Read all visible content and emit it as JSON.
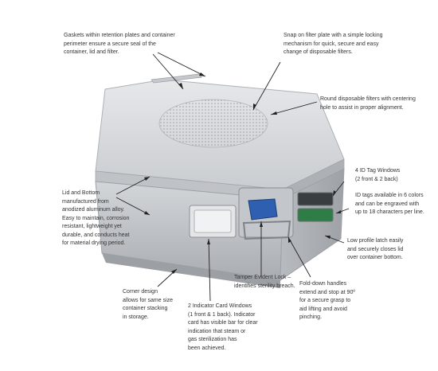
{
  "colors": {
    "text": "#333333",
    "leader": "#222222",
    "container_body": "#cfd2d5",
    "latch_accent": "#2f5fb0",
    "id_tag_window_green": "#2e7d46"
  },
  "callouts": {
    "gaskets": "Gaskets within retention plates and container\nperimeter ensure a secure seal of the\ncontainer, lid and filter.",
    "snap_filter": "Snap on filter plate with a simple locking\nmechanism for quick, secure and easy\nchange of disposable filters.",
    "round_filters": "Round disposable filters with centering\nhole to assist in proper alignment.",
    "id_windows": "4 ID Tag Windows\n(2 front & 2 back)",
    "id_tags": "ID tags available in 6 colors\nand can be engraved with\nup to 18 characters per line.",
    "lid_bottom": "Lid and Bottom\nmanufactured from\nanodized aluminum alloy.\nEasy to maintain, corrosion\nresistant, lightweight yet\ndurable, and conducts heat\nfor material drying period.",
    "low_profile_latch": "Low profile latch easily\nand securely closes lid\nover container bottom.",
    "tamper_lock": "Tamper Evident Lock –\nidentifies sterility breach.",
    "fold_handles": "Fold-down handles\nextend and stop at 90º\nfor a secure grasp to\naid lifting and avoid\npinching.",
    "corner_design": "Corner design\nallows for same size\ncontainer stacking\nin storage.",
    "indicator_windows": "2 Indicator Card Windows\n(1 front & 1 back). Indicator\ncard has visible bar for clear\nindication that steam or\ngas sterilization has\nbeen achieved."
  }
}
